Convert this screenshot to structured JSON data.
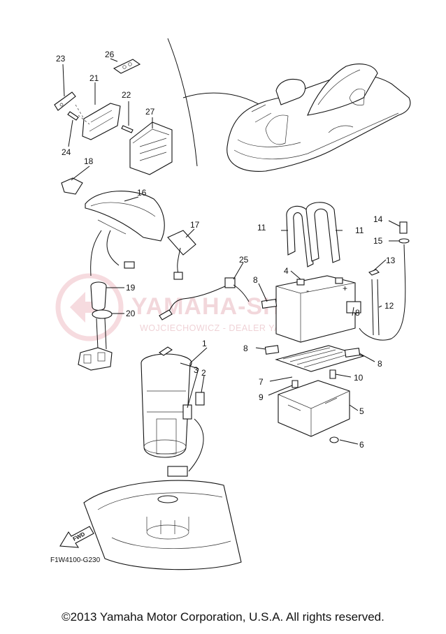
{
  "watermark": {
    "brand": "YAMAHA-SHOP.PL",
    "dealer": "WOJCIECHOWICZ - DEALER YAMAHA"
  },
  "diagram_code": "F1W4100-G230",
  "fwd_label": "FWD",
  "footer": "©2013 Yamaha Motor Corporation, U.S.A. All rights reserved.",
  "callouts": {
    "c1": "1",
    "c2": "2",
    "c3": "3",
    "c4": "4",
    "c5": "5",
    "c6": "6",
    "c7": "7",
    "c8a": "8",
    "c8b": "8",
    "c8c": "8",
    "c8d": "8",
    "c9": "9",
    "c10": "10",
    "c11a": "11",
    "c11b": "11",
    "c12": "12",
    "c13": "13",
    "c14": "14",
    "c15": "15",
    "c16": "16",
    "c17": "17",
    "c18": "18",
    "c19": "19",
    "c20": "20",
    "c21": "21",
    "c22": "22",
    "c23": "23",
    "c24": "24",
    "c25": "25",
    "c26": "26",
    "c27": "27"
  },
  "battery_terminals": {
    "minus": "-",
    "plus": "+"
  }
}
